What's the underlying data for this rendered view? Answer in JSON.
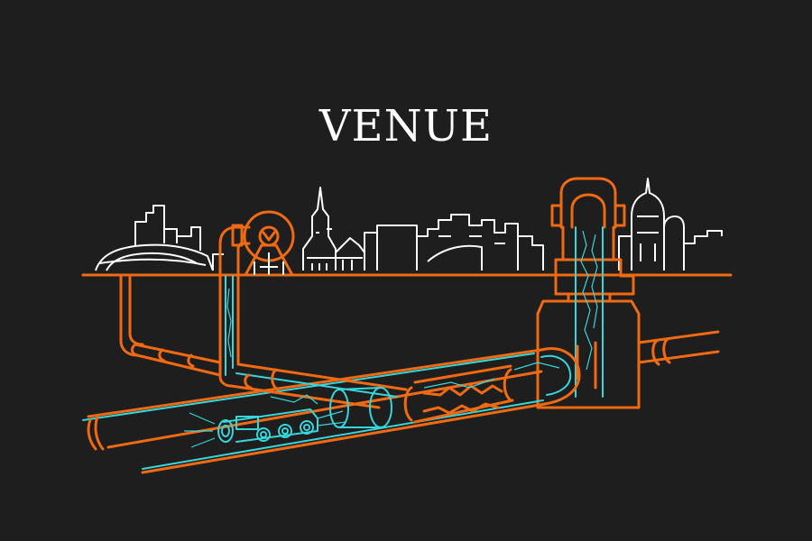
{
  "heading": {
    "text": "VENUE"
  },
  "colors": {
    "background": "#1e1e1e",
    "skyline": "#ffffff",
    "pipes": "#f06a13",
    "internals": "#36d6dd"
  },
  "icons": [
    "city-skyline",
    "ferris-wheel",
    "periscope-pipe",
    "underground-pipes",
    "tunnel-machine"
  ]
}
